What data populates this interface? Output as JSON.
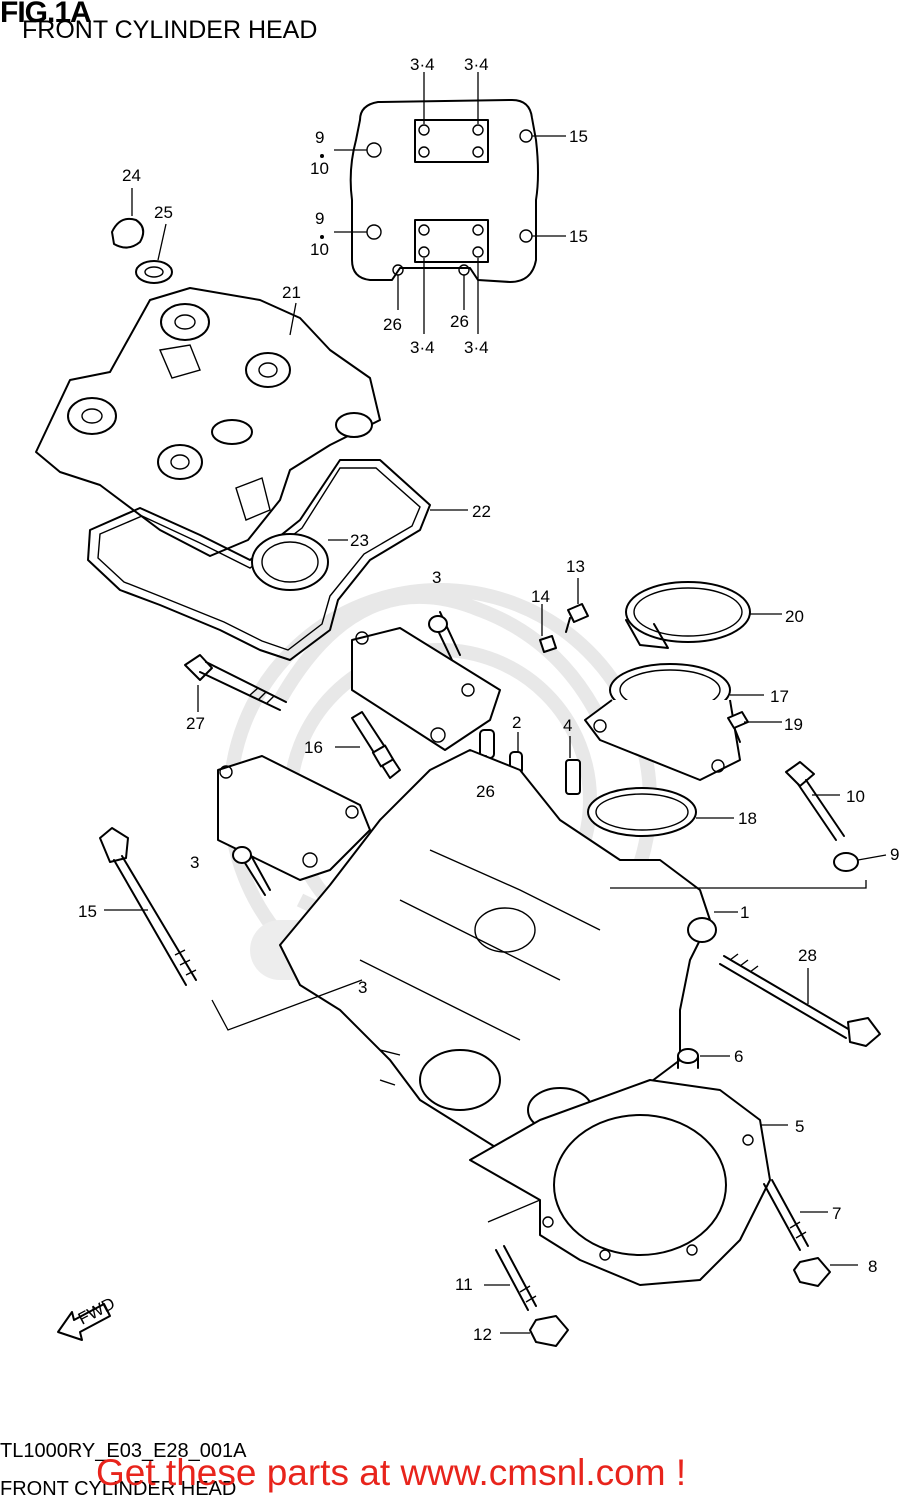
{
  "header": {
    "fig_label": "FIG.1A",
    "subtitle": "FRONT CYLINDER HEAD"
  },
  "footer": {
    "code": "TL1000RY_E03_E28_001A",
    "name": "FRONT CYLINDER HEAD",
    "promo_link": "Get these parts at www.cmsnl.com !"
  },
  "fwd_arrow_label": "FWD",
  "callouts": [
    "1",
    "2",
    "3",
    "4",
    "5",
    "6",
    "7",
    "8",
    "9",
    "10",
    "11",
    "12",
    "13",
    "14",
    "15",
    "16",
    "17",
    "18",
    "19",
    "20",
    "21",
    "22",
    "23",
    "24",
    "25",
    "26",
    "27",
    "28"
  ],
  "inset_callouts": {
    "top_left": "3·4",
    "top_right": "3·4",
    "bottom_left": "3·4",
    "bottom_right": "3·4",
    "left_upper_a": "9",
    "left_upper_b": "10",
    "left_lower_a": "9",
    "left_lower_b": "10",
    "right_upper": "15",
    "right_lower": "15",
    "bottom_26_left": "26",
    "bottom_26_right": "26"
  },
  "labels": {
    "p1": "1",
    "p2": "2",
    "p3a": "3",
    "p3b": "3",
    "p3c": "3",
    "p4": "4",
    "p5": "5",
    "p6": "6",
    "p7": "7",
    "p8": "8",
    "p9": "9",
    "p10": "10",
    "p11": "11",
    "p12": "12",
    "p13": "13",
    "p14": "14",
    "p15": "15",
    "p16": "16",
    "p17": "17",
    "p18": "18",
    "p19": "19",
    "p20": "20",
    "p21": "21",
    "p22": "22",
    "p23": "23",
    "p24": "24",
    "p25": "25",
    "p26": "26",
    "p27": "27",
    "p28": "28"
  }
}
